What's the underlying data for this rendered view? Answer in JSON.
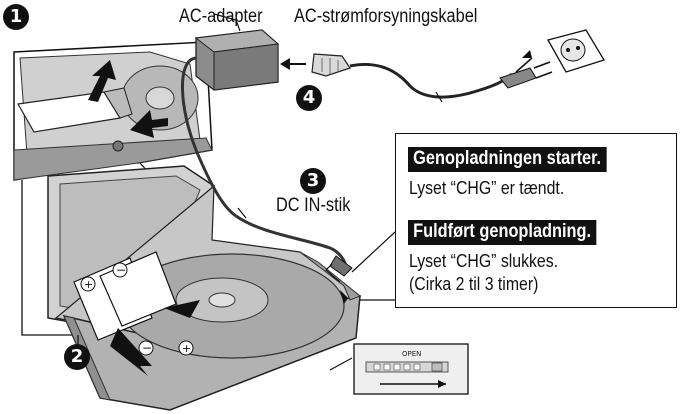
{
  "steps": {
    "s1": "1",
    "s2": "2",
    "s3": "3",
    "s4": "4"
  },
  "labels": {
    "adapter": "AC-adapter",
    "power_cable": "AC-strømforsyningskabel",
    "dc_in": "DC IN-stik",
    "open": "OPEN"
  },
  "status": {
    "charging_header": "Genopladningen starter.",
    "charging_text": "Lyset “CHG” er tændt.",
    "complete_header": "Fuldført genopladning.",
    "complete_text": "Lyset “CHG” slukkes.",
    "complete_time": "(Cirka 2 til 3 timer)"
  },
  "colors": {
    "ink": "#111111",
    "device": "#c8c8c8",
    "device_dark": "#8a8a8a",
    "paper": "#ffffff"
  }
}
